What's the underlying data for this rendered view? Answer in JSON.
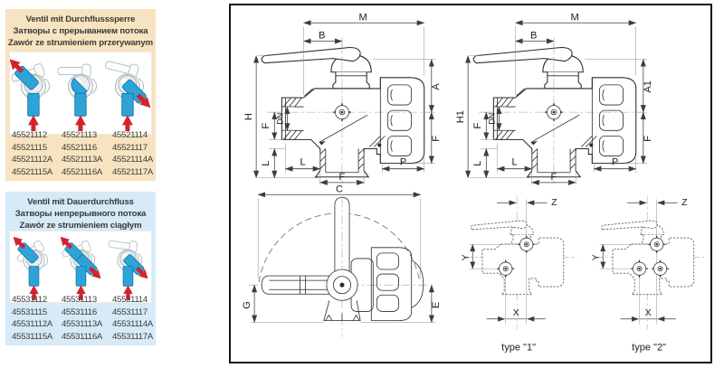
{
  "left_panels": [
    {
      "id": "interrupted-flow",
      "bg": "#f8e3c0",
      "title_lines": [
        "Ventil mit Durchflusssperre",
        "Затворы с прерыванием потока",
        "Zawór ze strumieniem przerywanym"
      ],
      "codes": [
        [
          "45521112",
          "45521113",
          "45521114"
        ],
        [
          "45521115",
          "45521116",
          "45521117"
        ],
        [
          "45521112A",
          "45521113A",
          "45521114A"
        ],
        [
          "45521115A",
          "45521116A",
          "45521117A"
        ]
      ]
    },
    {
      "id": "continuous-flow",
      "bg": "#d6eaf7",
      "title_lines": [
        "Ventil mit Dauerdurchfluss",
        "Затворы непрерывного потока",
        "Zawór ze strumieniem ciągłym"
      ],
      "codes": [
        [
          "45531112",
          "45531113",
          "45531114"
        ],
        [
          "45531115",
          "45531116",
          "45531117"
        ],
        [
          "45531112A",
          "45531113A",
          "45531114A"
        ],
        [
          "45531115A",
          "45531116A",
          "45531117A"
        ]
      ]
    }
  ],
  "diagram": {
    "dims": {
      "M": "M",
      "B": "B",
      "H": "H",
      "H1": "H1",
      "A": "A",
      "A1": "A1",
      "F": "F",
      "DN": "DN",
      "L": "L",
      "P": "P",
      "C": "C",
      "G": "G",
      "E": "E",
      "X": "X",
      "Y": "Y",
      "Z": "Z"
    },
    "type_labels": {
      "t1": "type \"1\"",
      "t2": "type \"2\""
    }
  },
  "colors": {
    "panel_warm": "#f8e3c0",
    "panel_cool": "#d6eaf7",
    "pipe_blue": "#2ea3d8",
    "arrow_red": "#d4232b",
    "line_dark": "#2b2b2b"
  }
}
